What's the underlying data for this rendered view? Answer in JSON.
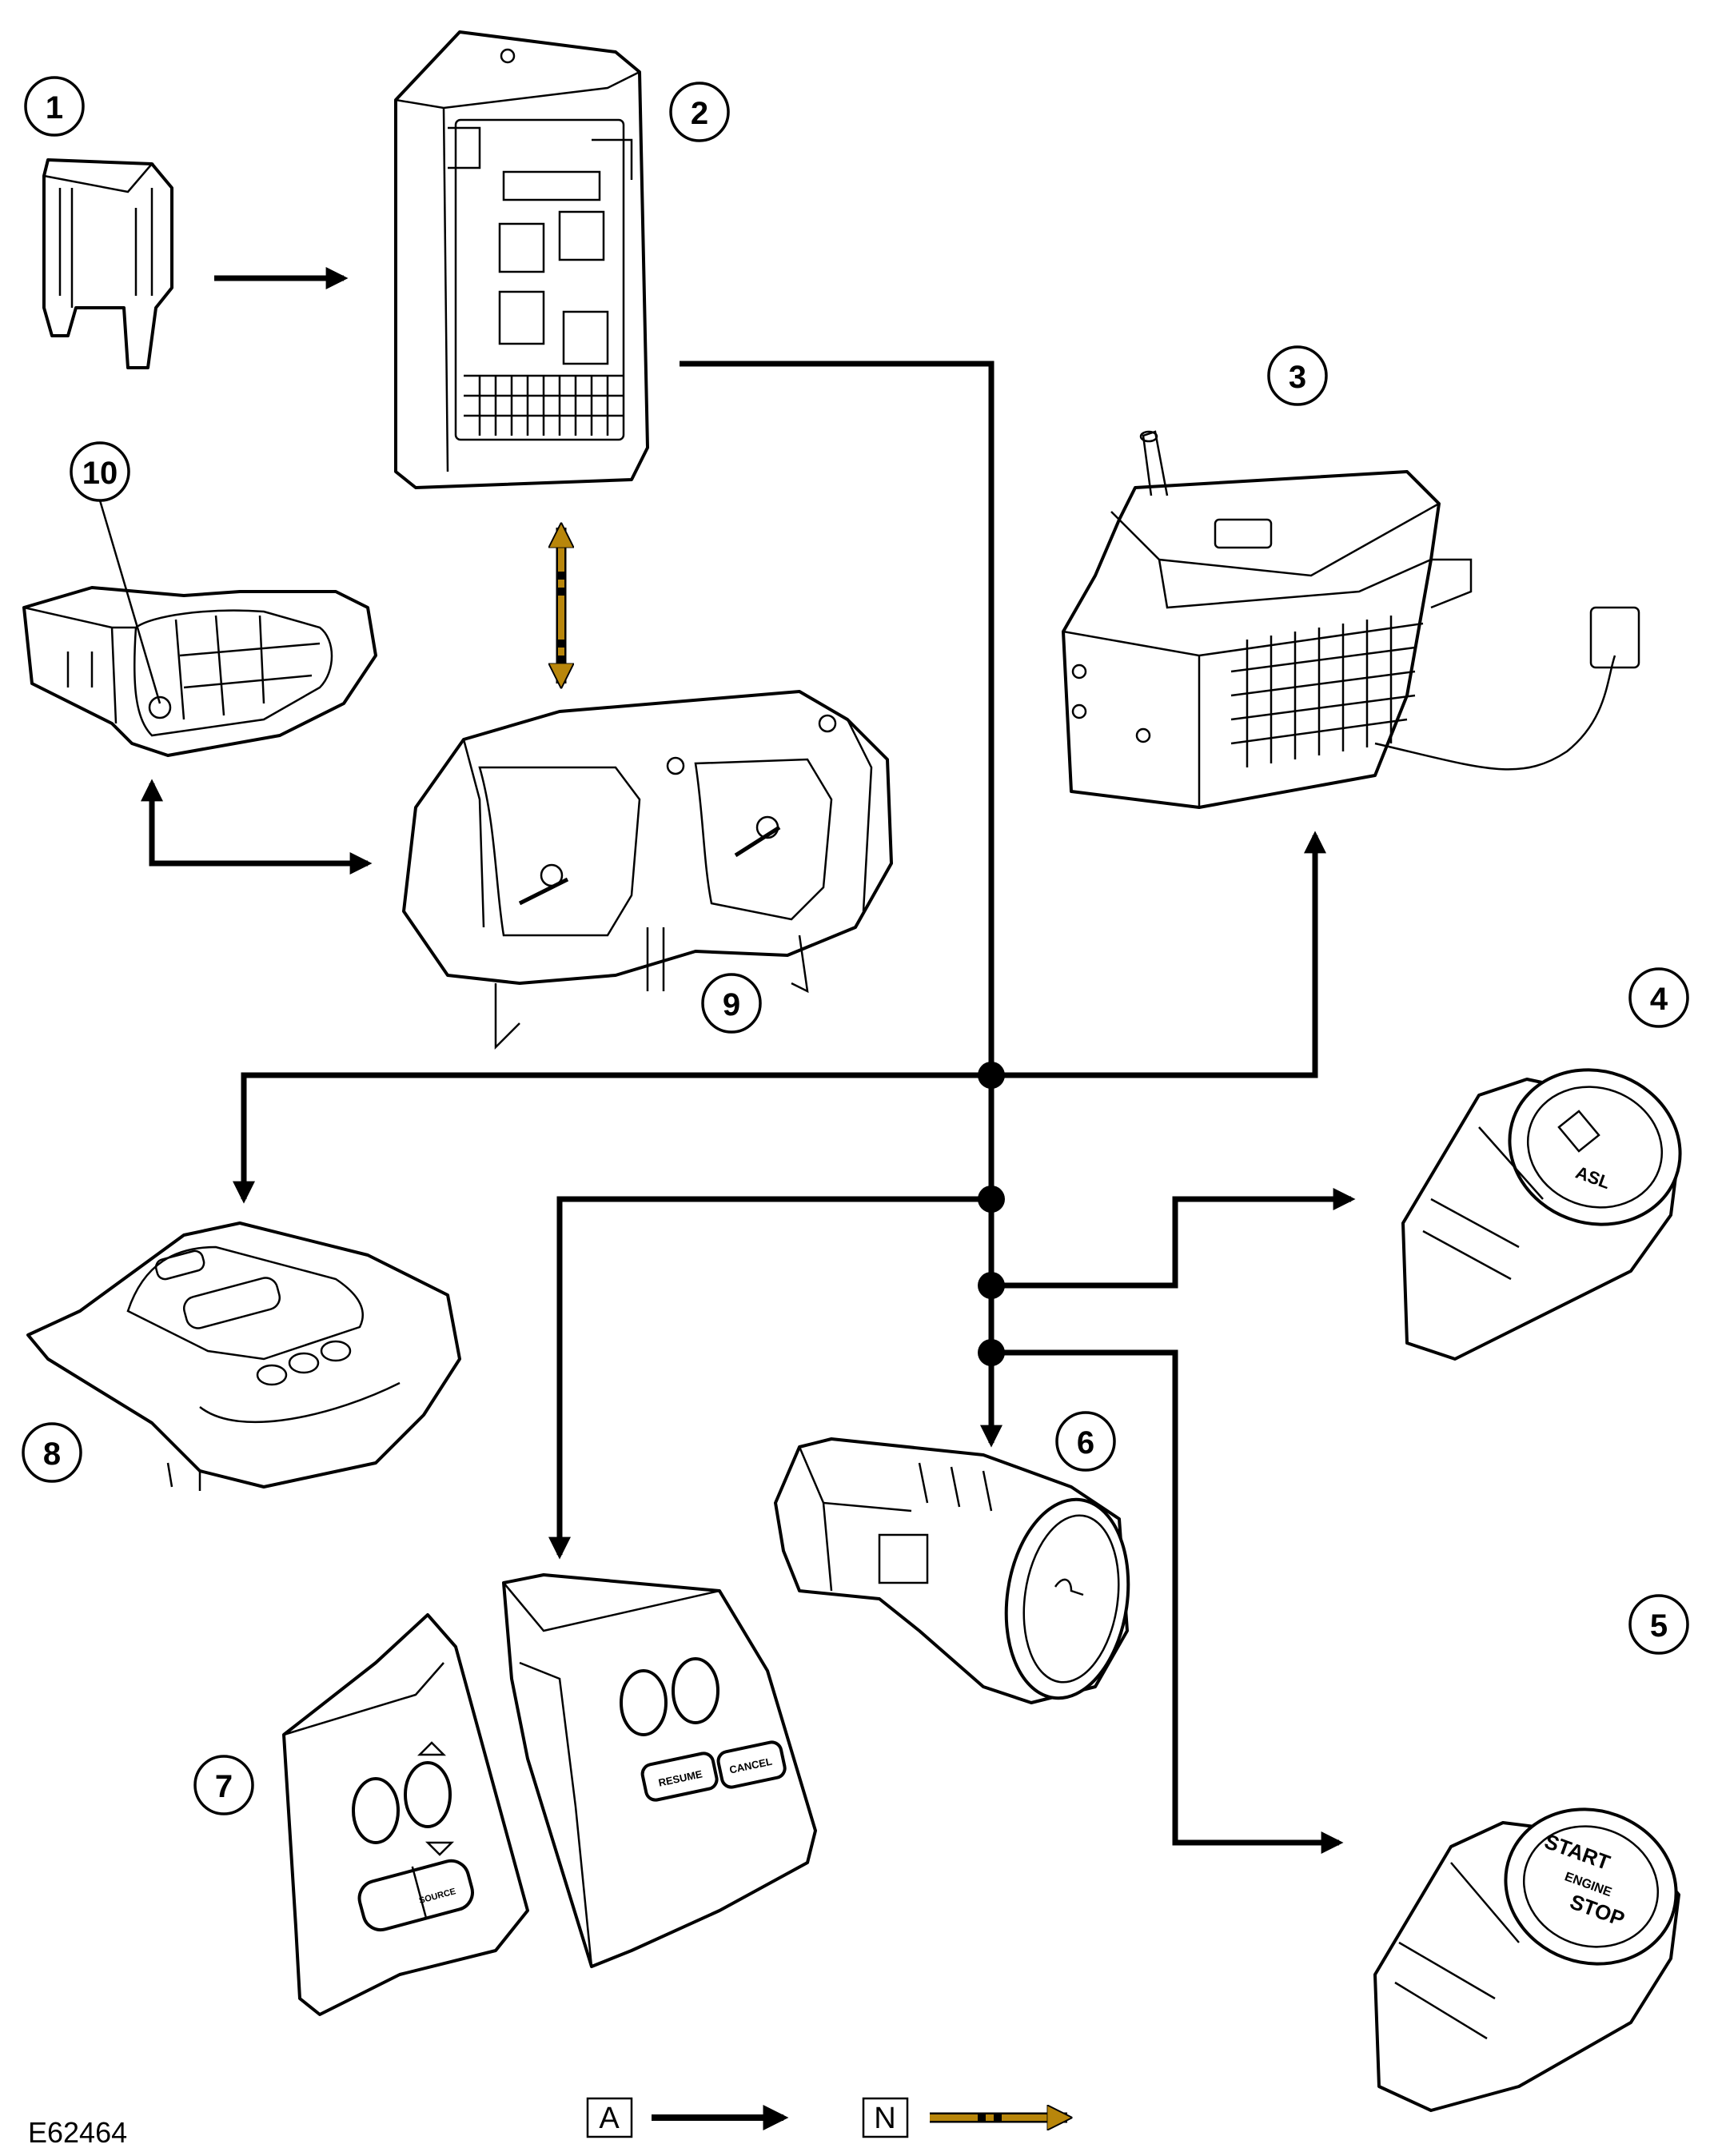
{
  "callouts": [
    "1",
    "2",
    "3",
    "4",
    "5",
    "6",
    "7",
    "8",
    "9",
    "10"
  ],
  "switch_labels": {
    "asl": "ASL",
    "start": "START",
    "engine": "ENGINE",
    "stop": "STOP",
    "resume": "RESUME",
    "cancel": "CANCEL",
    "source": "SOURCE"
  },
  "legend": {
    "a_label": "A",
    "n_label": "N"
  },
  "reference": "E62464",
  "colors": {
    "hardwired": "#000000",
    "can_bus": "#B8860B"
  }
}
